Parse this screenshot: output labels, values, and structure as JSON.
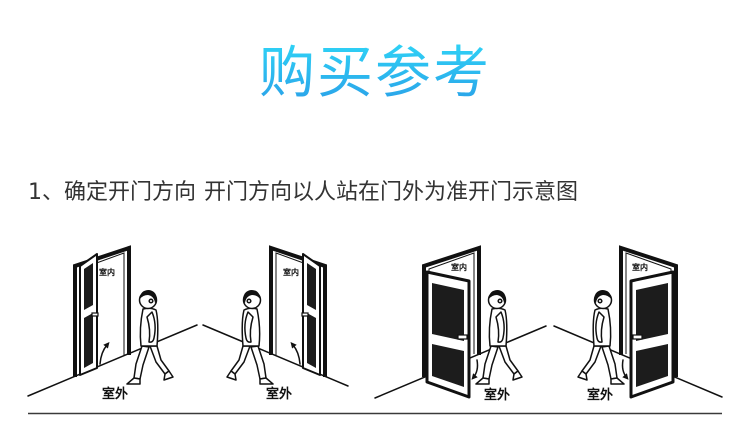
{
  "title": "购买参考",
  "step": {
    "label": "1、确定开门方向",
    "note": "开门方向以人站在门外为准开门示意图"
  },
  "diagrams": [
    {
      "indoor_label": "室内",
      "outdoor_label": "室外",
      "icon": "door-opens-inward-hinge-left-icon"
    },
    {
      "indoor_label": "室内",
      "outdoor_label": "室外",
      "icon": "door-opens-inward-hinge-right-icon"
    },
    {
      "indoor_label": "室内",
      "outdoor_label": "室外",
      "icon": "door-opens-outward-hinge-left-icon"
    },
    {
      "indoor_label": "室内",
      "outdoor_label": "室外",
      "icon": "door-opens-outward-hinge-right-icon"
    }
  ],
  "colors": {
    "title_top": "#2fd6f7",
    "title_bottom": "#2a9ce7",
    "body_text": "#333333",
    "line_art": "#111111"
  }
}
